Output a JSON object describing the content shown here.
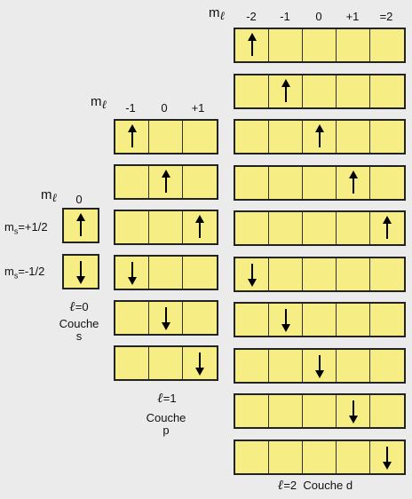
{
  "s_shell": {
    "ml_symbol": "m",
    "ml_sub": "ℓ",
    "ticks": [
      "0"
    ],
    "ms_plus": "m",
    "ms_plus_sub": "s",
    "ms_plus_val": "=+1/2",
    "ms_minus": "m",
    "ms_minus_sub": "s",
    "ms_minus_val": "=-1/2",
    "ell_symbol": "ℓ",
    "ell_val": "=0",
    "caption_line1": "Couche",
    "caption_line2": "s",
    "rows": [
      [
        "up"
      ],
      [
        "down"
      ]
    ]
  },
  "p_shell": {
    "ml_symbol": "m",
    "ml_sub": "ℓ",
    "ticks": [
      "-1",
      "0",
      "+1"
    ],
    "ell_symbol": "ℓ",
    "ell_val": "=1",
    "caption_line1": "Couche",
    "caption_line2": "p",
    "rows": [
      [
        "up",
        "",
        ""
      ],
      [
        "",
        "up",
        ""
      ],
      [
        "",
        "",
        "up"
      ],
      [
        "down",
        "",
        ""
      ],
      [
        "",
        "down",
        ""
      ],
      [
        "",
        "",
        "down"
      ]
    ]
  },
  "d_shell": {
    "ml_symbol": "m",
    "ml_sub": "ℓ",
    "ticks": [
      "-2",
      "-1",
      "0",
      "+1",
      "=2"
    ],
    "ell_symbol": "ℓ",
    "ell_val": "=2",
    "caption": "Couche d",
    "rows": [
      [
        "up",
        "",
        "",
        "",
        ""
      ],
      [
        "",
        "up",
        "",
        "",
        ""
      ],
      [
        "",
        "",
        "up",
        "",
        ""
      ],
      [
        "",
        "",
        "",
        "up",
        ""
      ],
      [
        "",
        "",
        "",
        "",
        "up"
      ],
      [
        "down",
        "",
        "",
        "",
        ""
      ],
      [
        "",
        "down",
        "",
        "",
        ""
      ],
      [
        "",
        "",
        "down",
        "",
        ""
      ],
      [
        "",
        "",
        "",
        "down",
        ""
      ],
      [
        "",
        "",
        "",
        "",
        "down"
      ]
    ]
  }
}
